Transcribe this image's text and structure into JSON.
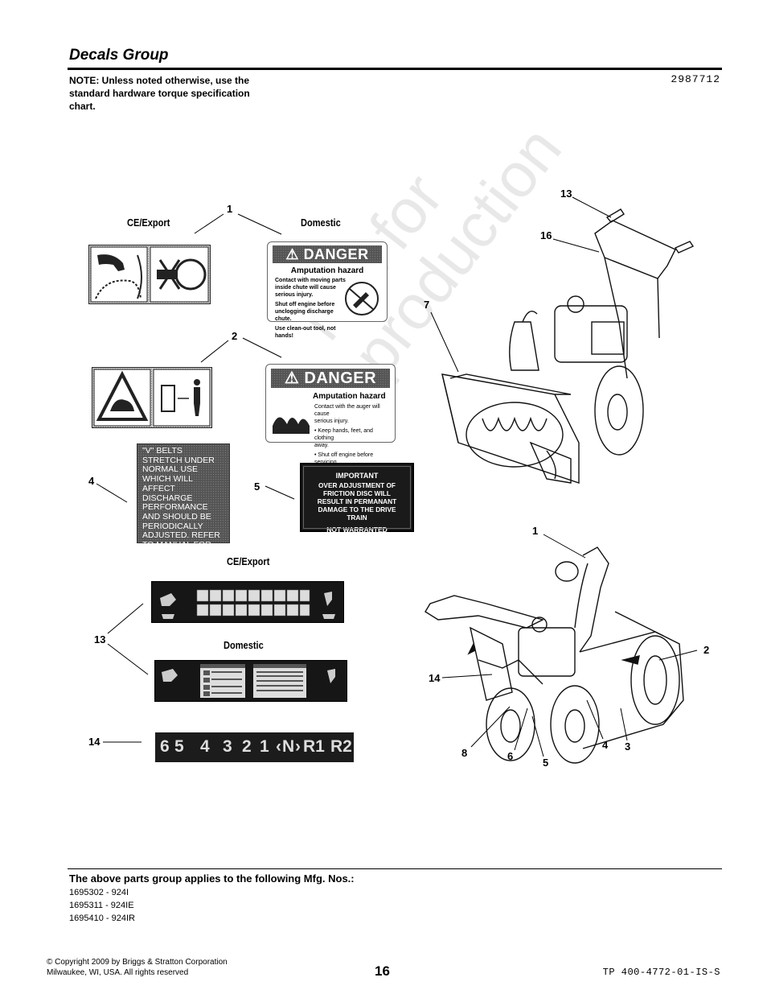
{
  "header": {
    "title": "Decals Group",
    "note": "NOTE: Unless noted otherwise, use the standard hardware torque specification chart.",
    "drawing_number": "2987712"
  },
  "labels": {
    "ce_export_1": "CE/Export",
    "domestic_1": "Domestic",
    "ce_export_2": "CE/Export",
    "domestic_2": "Domestic"
  },
  "callouts": {
    "c1_top": "1",
    "c2": "2",
    "c4": "4",
    "c5": "5",
    "c13_left": "13",
    "c14_left": "14",
    "c13_right": "13",
    "c16": "16",
    "c7": "7",
    "c1_lower": "1",
    "c2_lower": "2",
    "c14_lower": "14",
    "c8": "8",
    "c6": "6",
    "c5_lower": "5",
    "c4_lower": "4",
    "c3": "3"
  },
  "decals": {
    "danger1": {
      "heading": "DANGER",
      "sub": "Amputation hazard",
      "lines": [
        "Contact with moving parts",
        "inside chute will cause",
        "serious injury.",
        "Shut off engine before",
        "unclogging discharge chute.",
        "Use clean-out tool, not hands!"
      ]
    },
    "danger2": {
      "heading": "DANGER",
      "sub": "Amputation hazard",
      "lines": [
        "Contact with the auger will cause",
        "serious injury.",
        "• Keep hands, feet, and clothing",
        "  away.",
        "• Shut off engine before servicing."
      ]
    },
    "vbelt": "\"V\" BELTS STRETCH UNDER NORMAL USE WHICH WILL AFFECT DISCHARGE PERFORMANCE AND SHOULD BE PERIODICALLY ADJUSTED. REFER TO MANUAL FOR INSTRUCTIONS.",
    "important": {
      "heading": "IMPORTANT",
      "body": "OVER ADJUSTMENT OF FRICTION DISC WILL RESULT IN PERMANANT DAMAGE TO THE DRIVE TRAIN",
      "footer": "NOT WARRANTED"
    },
    "gear": [
      "6",
      "5",
      "4",
      "3",
      "2",
      "1",
      "N",
      "R1",
      "R2"
    ]
  },
  "watermark": {
    "line1": "Not for",
    "line2": "Reproduction"
  },
  "footer": {
    "applies": "The above parts group applies to the following Mfg. Nos.:",
    "mfg_numbers": [
      "1695302 - 924I",
      "1695311 - 924IE",
      "1695410 - 924IR"
    ],
    "copyright1": "© Copyright  2009 by Briggs & Stratton Corporation",
    "copyright2": "Milwaukee, WI, USA. All rights reserved",
    "page": "16",
    "tp": "TP 400-4772-01-IS-S"
  }
}
